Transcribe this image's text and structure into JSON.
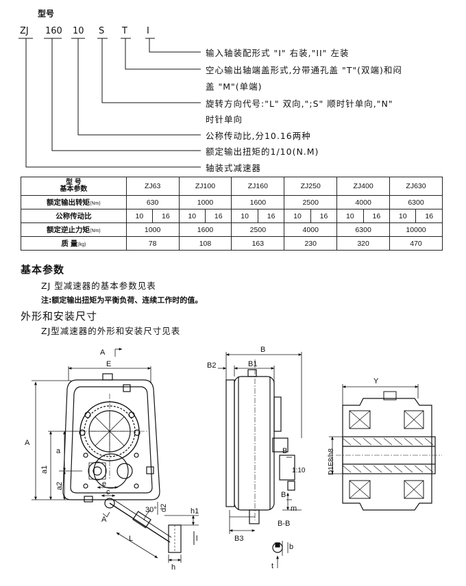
{
  "model_code": {
    "title": "型号",
    "parts": [
      "ZJ",
      "160",
      "10",
      "S",
      "T",
      "I"
    ]
  },
  "model_legend": {
    "items": [
      "输入轴装配形式 \"I\"  右装,\"II\"  左装",
      "空心输出轴端盖形式,分带通孔盖 \"T\"(双端)和闷",
      "盖 \"M\"(单端)",
      "旋转方向代号:\"L\" 双向,\";S\" 顺时针单向,\"N\"",
      "时针单向",
      "公称传动比,分10.16两种",
      "额定输出扭矩的1/10(N.M)",
      "轴装式减速器"
    ]
  },
  "params_table": {
    "corner_top": "型  号",
    "corner_bottom": "基本参数",
    "models": [
      "ZJ63",
      "ZJ100",
      "ZJ160",
      "ZJ250",
      "ZJ400",
      "ZJ630"
    ],
    "rows": [
      {
        "label": "额定输出转矩",
        "unit": "(Nm)",
        "values": [
          "630",
          "1000",
          "1600",
          "2500",
          "4000",
          "6300"
        ]
      },
      {
        "label": "公称传动比",
        "unit": "",
        "values": [
          "10",
          "16",
          "10",
          "16",
          "10",
          "16",
          "10",
          "16",
          "10",
          "16",
          "10",
          "16"
        ]
      },
      {
        "label": "额定逆止力矩",
        "unit": "(Nm)",
        "values": [
          "1000",
          "1600",
          "2500",
          "4000",
          "6300",
          "10000"
        ]
      },
      {
        "label": "质    量",
        "unit": "(kg)",
        "values": [
          "78",
          "108",
          "163",
          "230",
          "320",
          "470"
        ]
      }
    ]
  },
  "section_basic": {
    "heading": "基本参数",
    "text": "ZJ 型减速器的基本参数见表",
    "note": "注:额定输出扭矩为平衡负荷、连续工作时的值。"
  },
  "section_dims": {
    "heading": "外形和安装尺寸",
    "text": "ZJ型减速器的外形和安装尺寸见表"
  },
  "drawing_labels": {
    "front": [
      "A",
      "E",
      "A",
      "a",
      "a1",
      "a2",
      "e",
      "c",
      "d2",
      "30°",
      "A",
      "L",
      "h1",
      "h",
      "l"
    ],
    "side": [
      "B",
      "B2",
      "B1",
      "B",
      "1:10",
      "B",
      "m",
      "B-B",
      "B3",
      "t",
      "b"
    ],
    "section": [
      "Y",
      "D1E8/h8"
    ]
  }
}
